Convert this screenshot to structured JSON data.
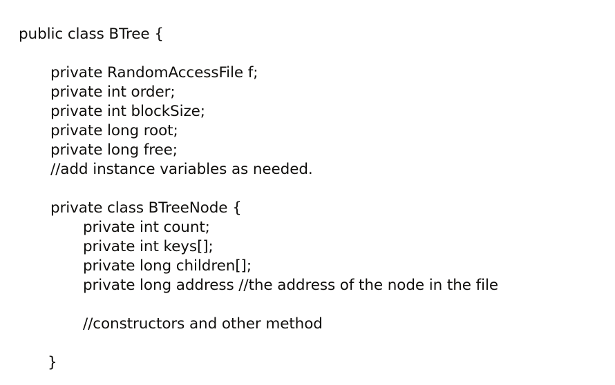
{
  "document": {
    "kind": "code-snippet",
    "language": "Java",
    "background_color": "#ffffff",
    "text_color": "#100f0d",
    "lines": [
      {
        "id": "class-decl",
        "text": "public class BTree {",
        "indent": 0,
        "blank": false
      },
      {
        "id": "blank-1",
        "text": "",
        "indent": 0,
        "blank": true
      },
      {
        "id": "field-file",
        "text": "private RandomAccessFile f;",
        "indent": 1,
        "blank": false
      },
      {
        "id": "field-order",
        "text": "private int order;",
        "indent": 1,
        "blank": false
      },
      {
        "id": "field-blocksize",
        "text": "private int blockSize;",
        "indent": 1,
        "blank": false
      },
      {
        "id": "field-root",
        "text": "private long root;",
        "indent": 1,
        "blank": false
      },
      {
        "id": "field-free",
        "text": "private long free;",
        "indent": 1,
        "blank": false
      },
      {
        "id": "comment-add-vars",
        "text": "//add instance variables as needed.",
        "indent": 1,
        "blank": false
      },
      {
        "id": "blank-2",
        "text": "",
        "indent": 0,
        "blank": true
      },
      {
        "id": "inner-class-decl",
        "text": "private class BTreeNode {",
        "indent": 1,
        "blank": false
      },
      {
        "id": "node-count",
        "text": "private int count;",
        "indent": 2,
        "blank": false
      },
      {
        "id": "node-keys",
        "text": "private int keys[];",
        "indent": 2,
        "blank": false
      },
      {
        "id": "node-children",
        "text": "private long children[];",
        "indent": 2,
        "blank": false
      },
      {
        "id": "node-address",
        "text": "private long address //the address of the node in the file",
        "indent": 2,
        "blank": false
      },
      {
        "id": "blank-3",
        "text": "",
        "indent": 0,
        "blank": true
      },
      {
        "id": "comment-ctors",
        "text": "//constructors and other method",
        "indent": 2,
        "blank": false
      },
      {
        "id": "blank-4",
        "text": "",
        "indent": 0,
        "blank": true
      },
      {
        "id": "inner-class-close",
        "text": "}",
        "indent": 3,
        "blank": false
      }
    ]
  }
}
